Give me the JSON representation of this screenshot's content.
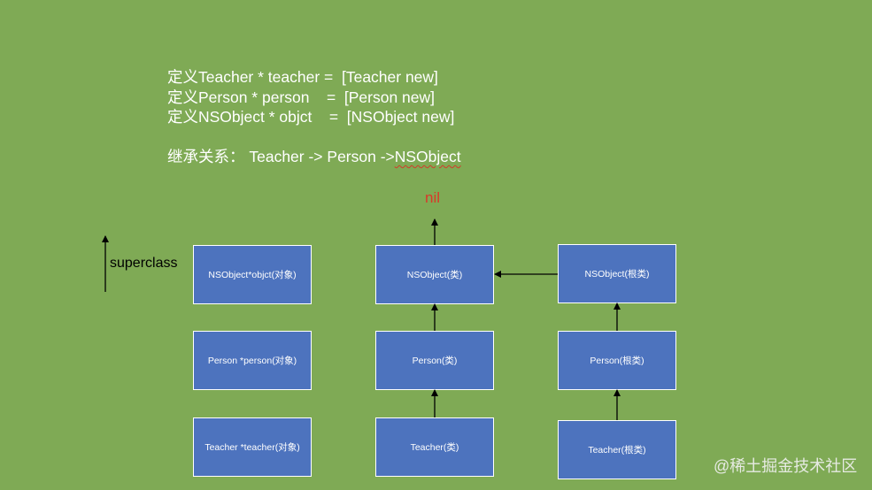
{
  "definitions": [
    "定义Teacher * teacher =  [Teacher new]",
    "定义Person * person    =  [Person new]",
    "定义NSObject * objct    =  [NSObject new]"
  ],
  "inheritance": {
    "label": "继承关系：",
    "chain": " Teacher -> Person ->",
    "root": "NSObject"
  },
  "nil_label": "nil",
  "superclass_label": "superclass",
  "objects": {
    "nsobject": "NSObject*objct(对象)",
    "person": "Person *person(对象)",
    "teacher": "Teacher *teacher(对象)"
  },
  "classes": {
    "nsobject": "NSObject(类)",
    "person": "Person(类)",
    "teacher": "Teacher(类)"
  },
  "metaclasses": {
    "nsobject": "NSObject(根类)",
    "person": "Person(根类)",
    "teacher": "Teacher(根类)"
  },
  "watermark": "@稀土掘金技术社区",
  "colors": {
    "background": "#7faa55",
    "box_fill": "#4d73be",
    "text": "#ffffff",
    "nil": "#d9382a",
    "arrow": "#000000"
  }
}
